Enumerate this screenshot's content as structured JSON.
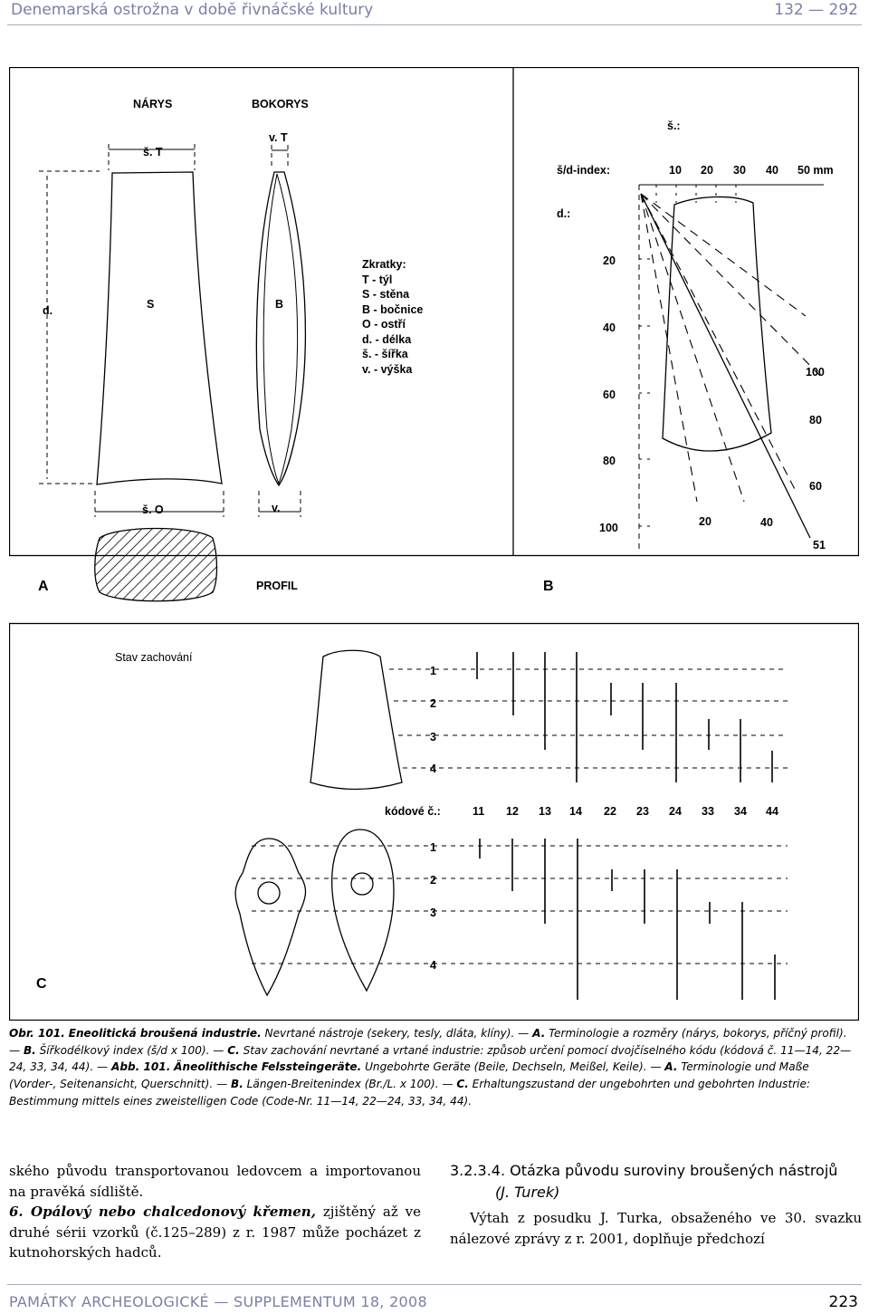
{
  "header": {
    "title": "Denemarská ostrožna v době řivnáčské kultury",
    "pages": "132 — 292"
  },
  "figure": {
    "panel_a": {
      "narys": "NÁRYS",
      "bokorys": "BOKORYS",
      "sirka_tyl": "š. T",
      "vyska_tyl": "v. T",
      "delka": "d.",
      "stena": "S",
      "bocnice": "B",
      "sirka_ostri": "š. O",
      "vyska": "v.",
      "panel_letter": "A",
      "profil": "PROFIL",
      "legend": [
        "Zkratky:",
        "T  -  týl",
        "S  -  stěna",
        "B  -  bočnice",
        "O  -  ostří",
        "d.  -  délka",
        "š.  -  šířka",
        "v.  -  výška"
      ]
    },
    "panel_b": {
      "sirka": "š.:",
      "index": "š/d-index:",
      "delka": "d.:",
      "panel_letter": "B",
      "top_ticks": [
        "10",
        "20",
        "30",
        "40",
        "50 mm"
      ],
      "left_ticks": [
        "20",
        "40",
        "60",
        "80",
        "100"
      ],
      "ray_labels": [
        "100",
        "80",
        "60",
        "51",
        "40",
        "20"
      ]
    },
    "panel_c": {
      "title": "Stav zachování",
      "panel_letter": "C",
      "code_label": "kódové č.:",
      "rows_top": [
        "1",
        "2",
        "3",
        "4"
      ],
      "codes": [
        "11",
        "12",
        "13",
        "14",
        "22",
        "23",
        "24",
        "33",
        "34",
        "44"
      ],
      "rows_bottom": [
        "1",
        "2",
        "3",
        "4"
      ]
    }
  },
  "caption": {
    "obr": "Obr. 101.",
    "cz_title": "Eneolitická broušená industrie.",
    "cz_text_1": " Nevrtané nástroje (sekery, tesly, dláta, klíny). — ",
    "cz_a": "A.",
    "cz_text_2": " Terminologie a rozměry (nárys, bokorys, příčný profil). — ",
    "cz_b": "B.",
    "cz_text_3": " Šířkodélkový index (š/d x 100). — ",
    "cz_c": "C.",
    "cz_text_4": " Stav zachování nevrtané a vrtané industrie: způsob určení pomocí dvojčíselného kódu (kódová č. 11—14, 22—24, 33, 34, 44). — ",
    "abb": "Abb. 101.",
    "de_title": "Äneolithische Felssteingeräte.",
    "de_text_1": " Ungebohrte Geräte (Beile, Dechseln, Meißel, Keile). — ",
    "de_a": "A.",
    "de_text_2": " Terminologie und Maße (Vorder-, Seitenansicht, Querschnitt). — ",
    "de_b": "B.",
    "de_text_3": " Längen-Breitenindex (Br./L. x 100). — ",
    "de_c": "C.",
    "de_text_4": " Erhaltungszustand der ungebohrten und gebohrten Industrie: Bestimmung mittels eines zweistelligen Code (Code-Nr. 11—14, 22—24, 33, 34, 44)."
  },
  "col_left": {
    "text_1": "ského původu transportovanou ledovcem a importovanou na pravěká sídliště.",
    "item_label": "6. Opálový nebo chalcedonový křemen,",
    "text_2": " zjištěný až ve druhé sérii vzorků (č.125–289) z r. 1987 může pocházet z kutnohorských hadců."
  },
  "col_right": {
    "heading": "3.2.3.4. Otázka původu suroviny broušených nástrojů",
    "author": "(J. Turek)",
    "text": "Výtah z posudku J. Turka, obsaženého ve 30. svazku nálezové zprávy z r. 2001, doplňuje předchozí"
  },
  "footer": {
    "title": "PAMÁTKY ARCHEOLOGICKÉ — SUPPLEMENTUM 18, 2008",
    "page": "223"
  }
}
